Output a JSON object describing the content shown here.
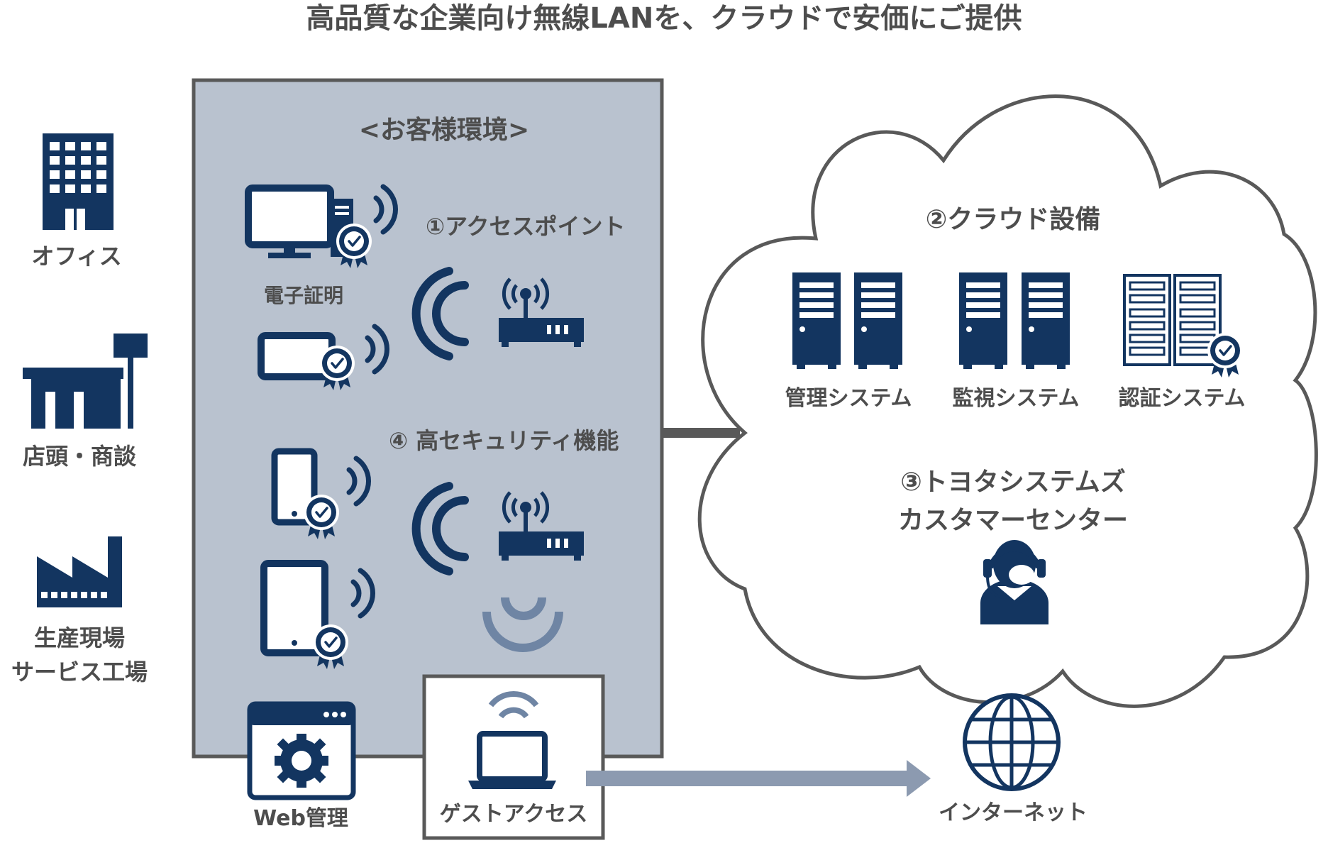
{
  "title": "高品質な企業向け無線LANを、クラウドで安価にご提供",
  "left_column": {
    "office": "オフィス",
    "store": "店頭・商談",
    "factory_line1": "生産現場",
    "factory_line2": "サービス工場"
  },
  "customer_env": {
    "heading": "<お客様環境>",
    "access_point": "①アクセスポイント",
    "certificate": "電子証明",
    "security": "④ 高セキュリティ機能"
  },
  "web_admin": "Web管理",
  "guest_access": "ゲストアクセス",
  "cloud": {
    "heading": "②クラウド設備",
    "systems": [
      "管理システム",
      "監視システム",
      "認証システム"
    ],
    "center_line1": "③トヨタシステムズ",
    "center_line2": "カスタマーセンター"
  },
  "internet": "インターネット",
  "colors": {
    "navy": "#133560",
    "panel": "#b9c2cf",
    "border": "#595959",
    "text": "#4d4d4d",
    "arrow": "#8c9ab0",
    "wave_light": "#6f85a4"
  },
  "icons": [
    "building-icon",
    "store-icon",
    "factory-icon",
    "pc-icon",
    "laptop-icon",
    "smartphone-icon",
    "tablet-icon",
    "router-icon",
    "server-icon",
    "headset-operator-icon",
    "globe-icon",
    "browser-gear-icon",
    "badge-check-icon",
    "wifi-icon"
  ]
}
